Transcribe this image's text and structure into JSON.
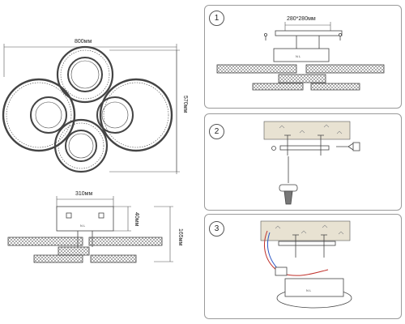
{
  "top_view": {
    "width_label": "800мм",
    "height_label": "570мм"
  },
  "side_view": {
    "base_width_label": "310мм",
    "base_height_label": "40мм",
    "total_height_label": "165мм"
  },
  "steps": [
    {
      "number": "1",
      "dimension_label": "280*280мм"
    },
    {
      "number": "2"
    },
    {
      "number": "3"
    }
  ],
  "colors": {
    "line": "#444444",
    "panel_border": "#9a9a9a",
    "ceiling_fill": "#e8e2d2",
    "wire_red": "#c0302a",
    "wire_blue": "#2b56c4",
    "screwdriver_handle": "#777777"
  }
}
